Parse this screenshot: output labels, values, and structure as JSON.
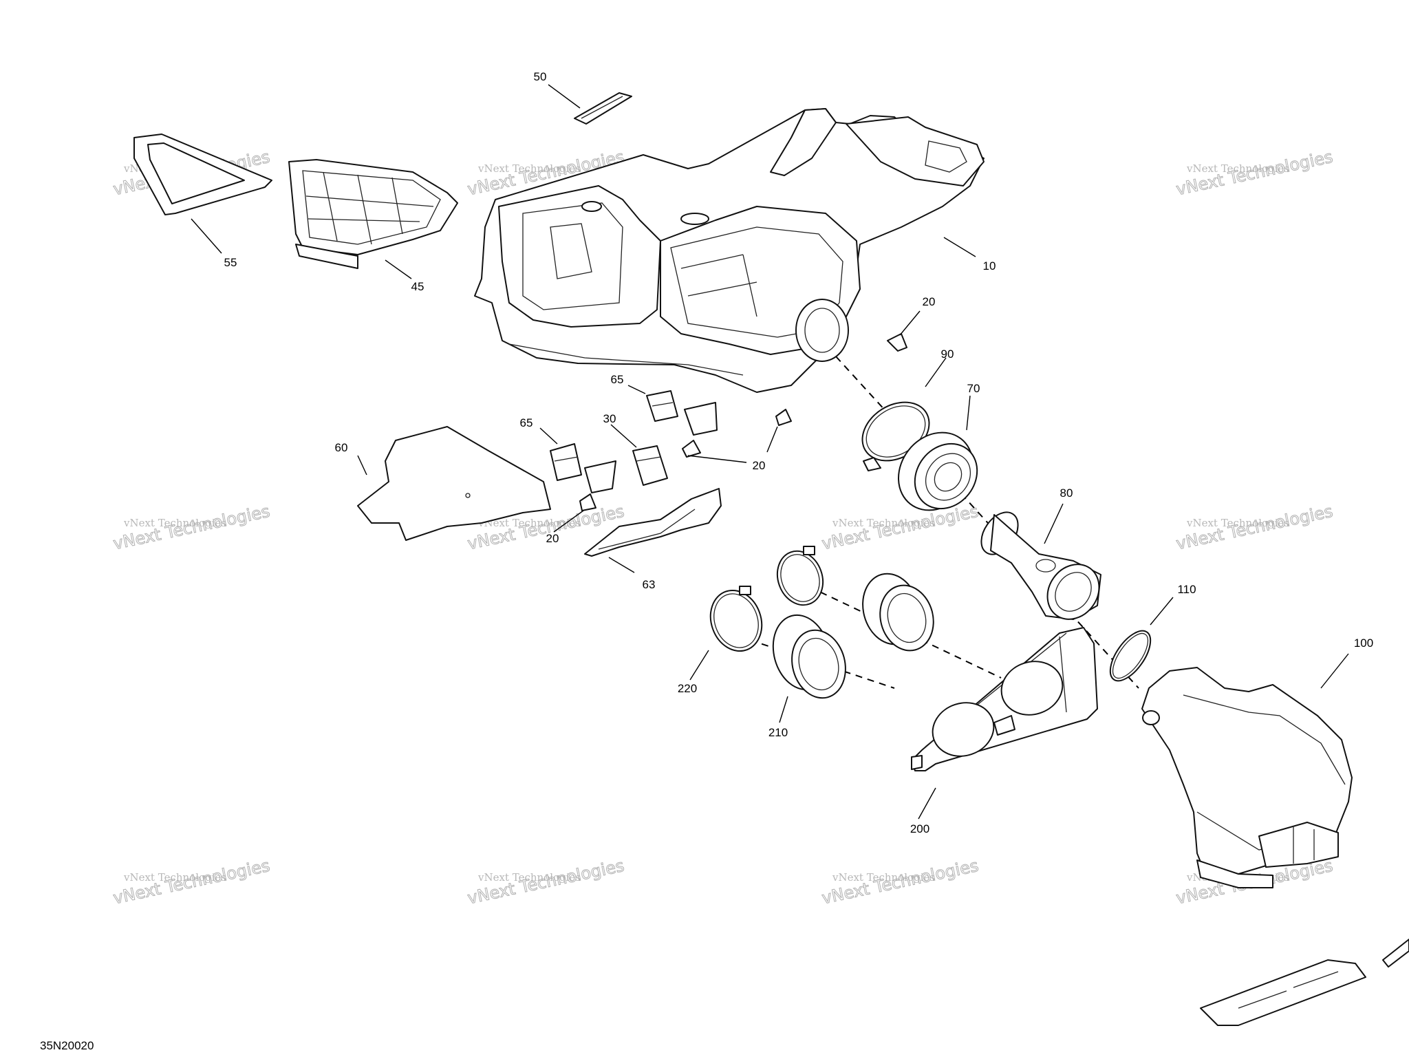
{
  "drawing_number": "35N20020",
  "watermark": {
    "line1": "vNext Technologies",
    "line2": "vNext Technologies"
  },
  "callouts": [
    "50",
    "55",
    "45",
    "10",
    "20",
    "90",
    "70",
    "65",
    "30",
    "60",
    "80",
    "63",
    "110",
    "100",
    "220",
    "210",
    "200"
  ],
  "callout_20": "20"
}
